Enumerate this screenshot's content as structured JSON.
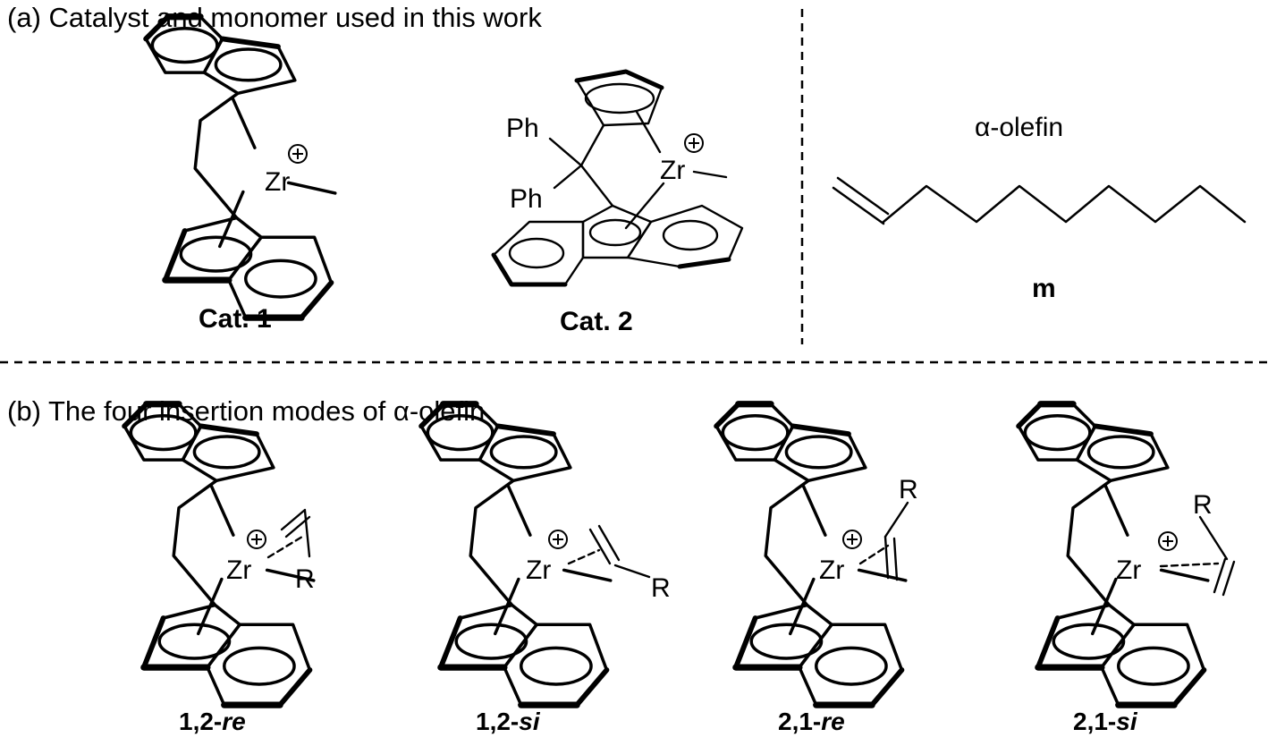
{
  "section_a": {
    "heading": "(a) Catalyst and monomer used in this work",
    "cat1_label": "Cat. 1",
    "cat2_label": "Cat. 2",
    "olefin_title": "α-olefin",
    "monomer_label": "m"
  },
  "section_b": {
    "heading": "(b) The four insertion modes of α-olefin",
    "modes": [
      {
        "prefix": "1,2-",
        "suffix": "re"
      },
      {
        "prefix": "1,2-",
        "suffix": "si"
      },
      {
        "prefix": "2,1-",
        "suffix": "re"
      },
      {
        "prefix": "2,1-",
        "suffix": "si"
      }
    ]
  },
  "atoms": {
    "zr": "Zr",
    "ph": "Ph",
    "r": "R",
    "plus": "+"
  },
  "colors": {
    "ink": "#000000",
    "background": "#ffffff"
  }
}
